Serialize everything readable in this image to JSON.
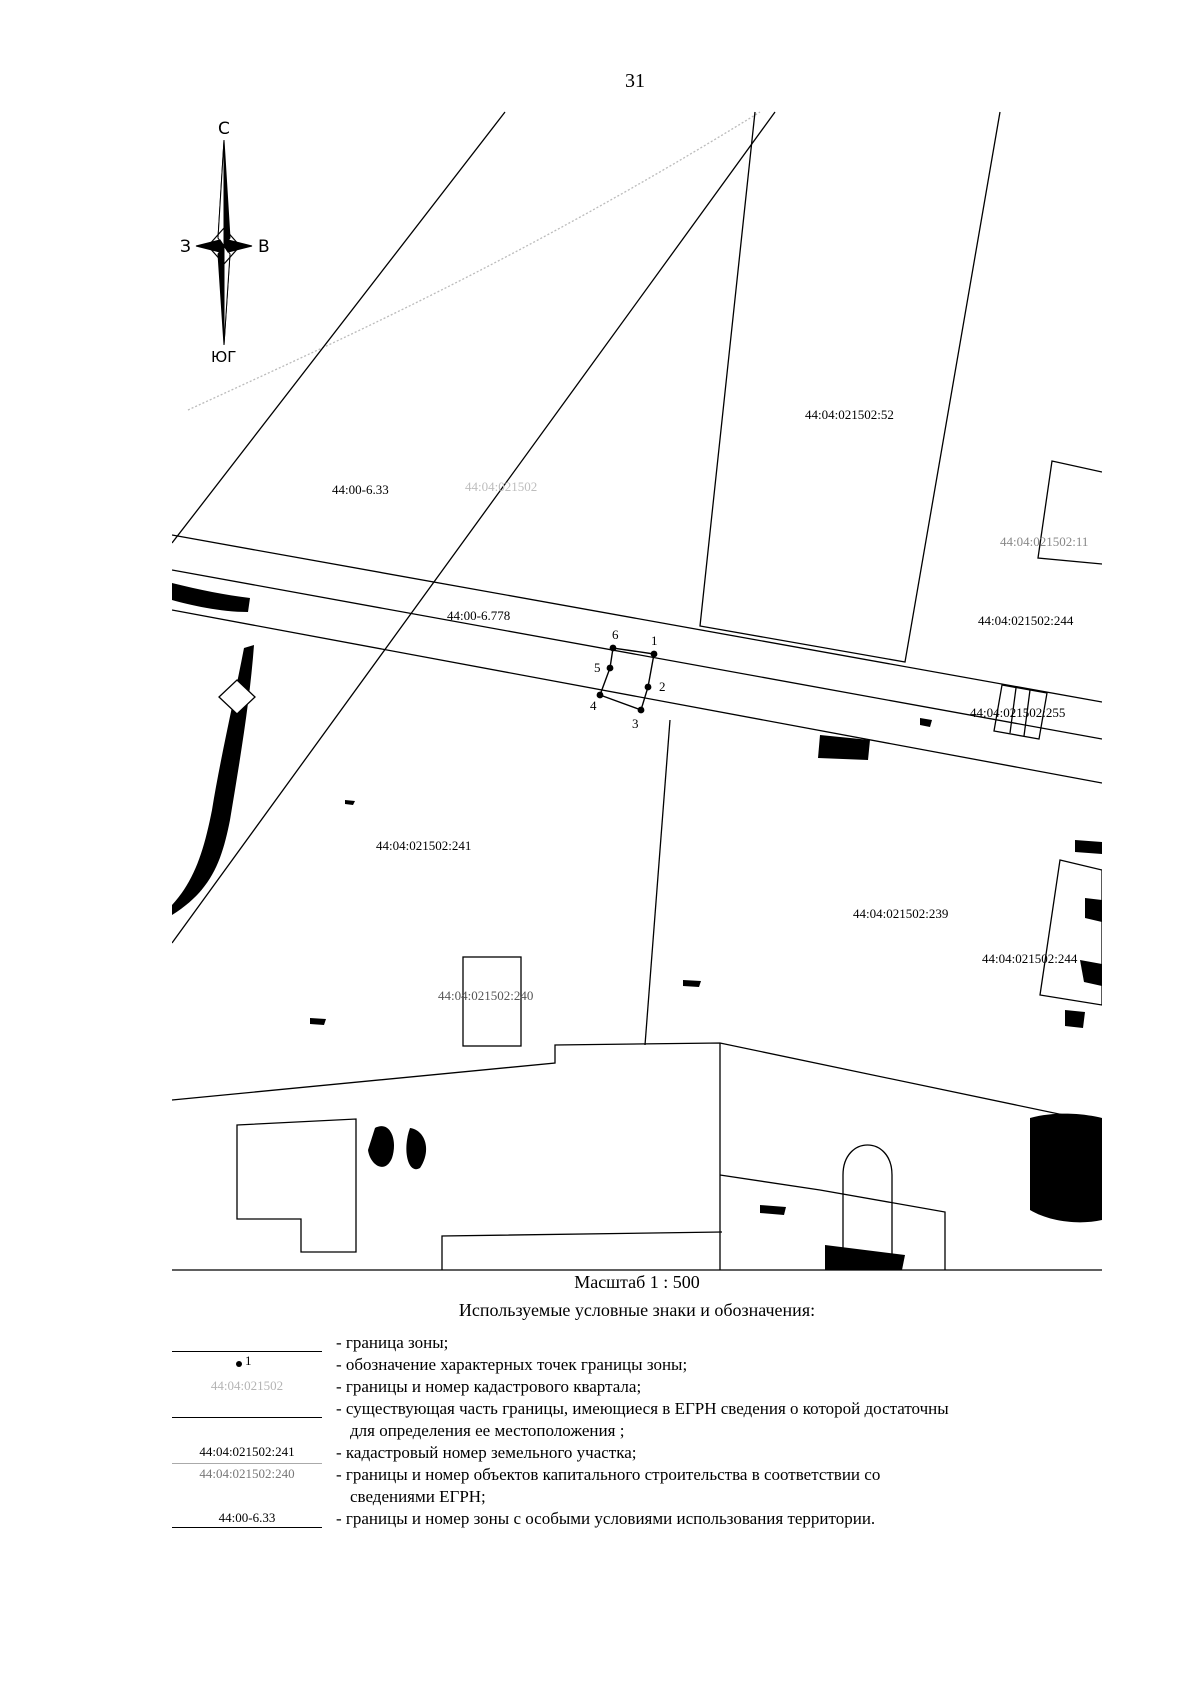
{
  "page_number": "31",
  "compass": {
    "north": "С",
    "south": "ЮГ",
    "west": "З",
    "east": "В"
  },
  "map_labels": {
    "zone_633": "44:00-6.33",
    "zone_6778": "44:00-6.778",
    "quarter_faint": "44:04:021502",
    "parcel_52": "44:04:021502:52",
    "parcel_11": "44:04:021502:11",
    "parcel_244": "44:04:021502:244",
    "parcel_255": "44:04:021502:255",
    "parcel_241": "44:04:021502:241",
    "parcel_239": "44:04:021502:239",
    "parcel_240": "44:04:021502:240",
    "parcel_right": "44:04:021502:244"
  },
  "boundary_points": [
    "1",
    "2",
    "3",
    "4",
    "5",
    "6"
  ],
  "scale": "Масштаб 1 : 500",
  "legend": {
    "title": "Используемые условные знаки и обозначения:",
    "items": [
      {
        "sample": "",
        "text": "- граница зоны;"
      },
      {
        "sample": "1",
        "text": "- обозначение характерных точек границы зоны;"
      },
      {
        "sample": "44:04:021502",
        "text": "- границы и номер кадастрового квартала;"
      },
      {
        "sample": "",
        "text": "- существующая часть границы, имеющиеся в ЕГРН сведения о которой достаточны",
        "cont": "для определения ее местоположения ;"
      },
      {
        "sample": "44:04:021502:241",
        "text": "- кадастровый номер земельного участка;"
      },
      {
        "sample": "44:04:021502:240",
        "text": "- границы и номер объектов капитального строительства в соответствии со",
        "cont": "сведениями ЕГРН;"
      },
      {
        "sample": "44:00-6.33",
        "text": "- границы и номер зоны с особыми условиями использования территории."
      }
    ]
  }
}
